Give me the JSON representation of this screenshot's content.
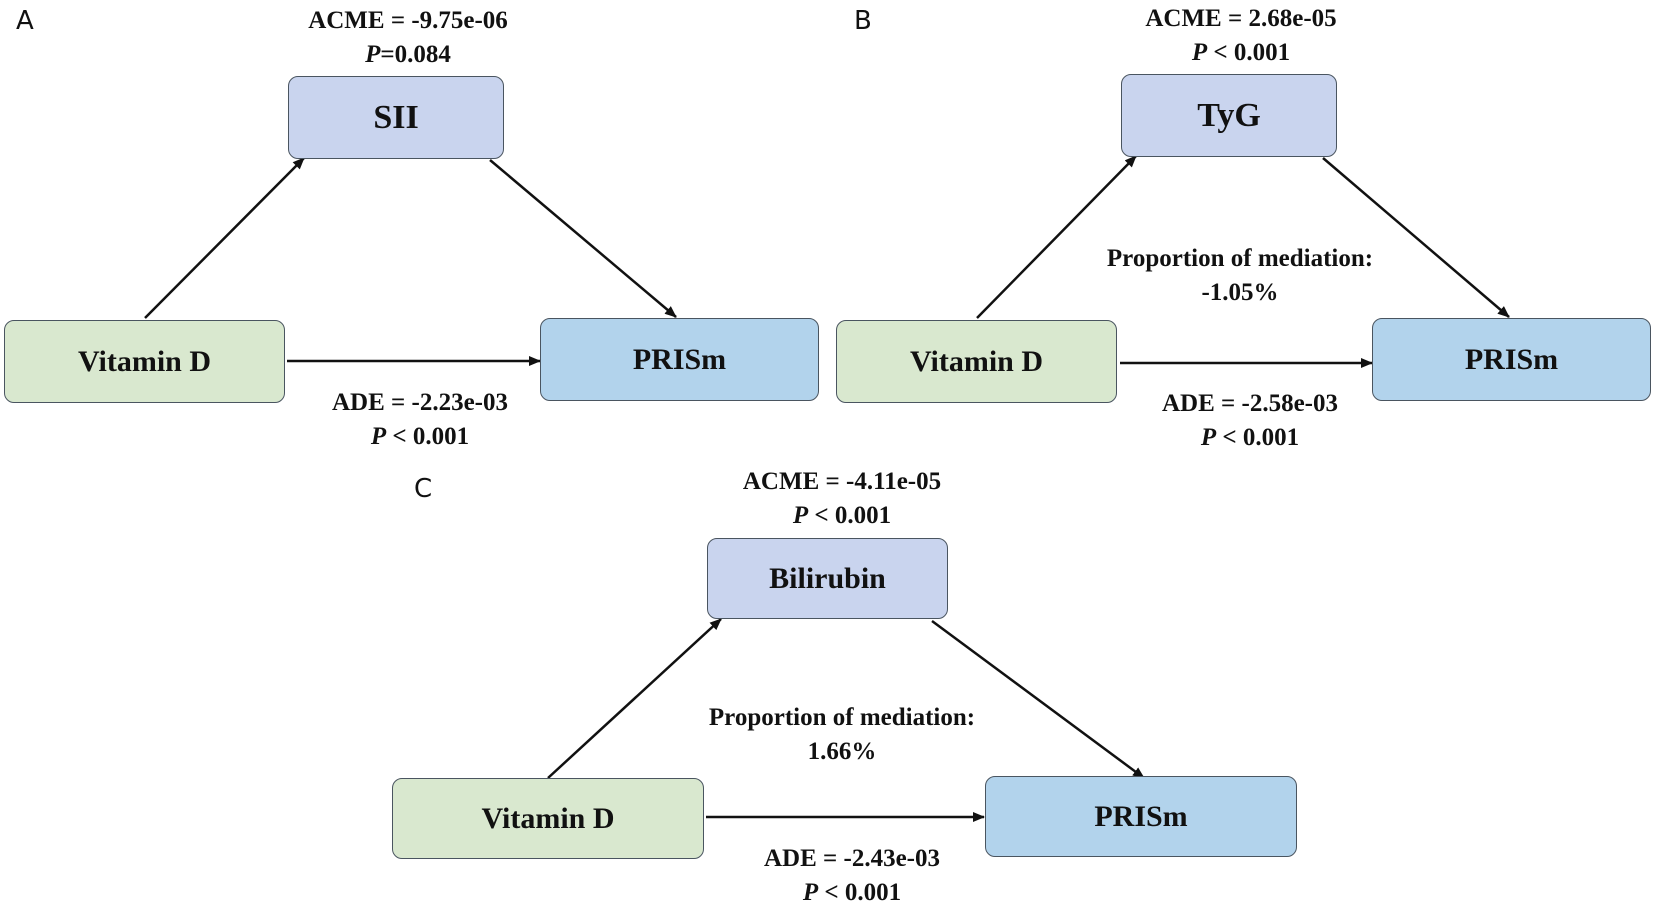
{
  "panels": [
    {
      "letter": "A",
      "mediator": "SII",
      "exposure": "Vitamin D",
      "outcome": "PRISm",
      "acme": {
        "text": "ACME = -9.75e-06",
        "p_label": "P",
        "p_text": "=0.084"
      },
      "proportion": null,
      "ade": {
        "text": "ADE = -2.23e-03",
        "p_label": "P",
        "p_text": " < 0.001"
      }
    },
    {
      "letter": "B",
      "mediator": "TyG",
      "exposure": "Vitamin D",
      "outcome": "PRISm",
      "acme": {
        "text": "ACME = 2.68e-05",
        "p_label": "P",
        "p_text": " < 0.001"
      },
      "proportion": {
        "label": "Proportion of mediation:",
        "value": "-1.05%"
      },
      "ade": {
        "text": "ADE = -2.58e-03",
        "p_label": "P",
        "p_text": " < 0.001"
      }
    },
    {
      "letter": "C",
      "mediator": "Bilirubin",
      "exposure": "Vitamin D",
      "outcome": "PRISm",
      "acme": {
        "text": "ACME = -4.11e-05",
        "p_label": "P",
        "p_text": " < 0.001"
      },
      "proportion": {
        "label": "Proportion of mediation:",
        "value": "1.66%"
      },
      "ade": {
        "text": "ADE = -2.43e-03",
        "p_label": "P",
        "p_text": " < 0.001"
      }
    }
  ],
  "colors": {
    "mediator_box": "#c9d4ee",
    "exposure_box": "#d9e8cf",
    "outcome_box": "#b2d3ec",
    "arrow": "#111111"
  }
}
